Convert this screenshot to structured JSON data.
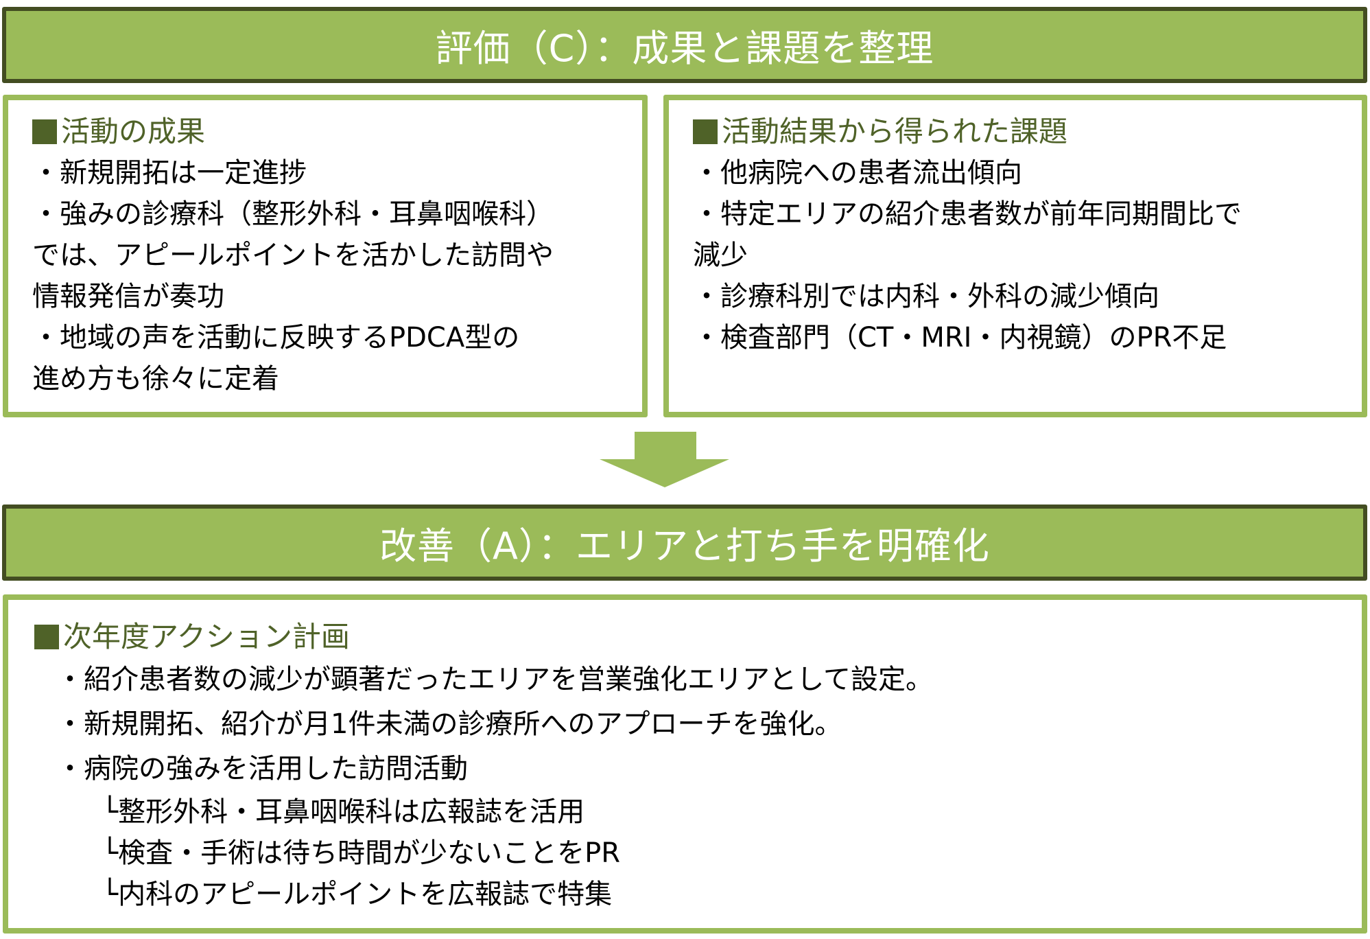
{
  "evaluation": {
    "title": "評価（C）：成果と課題を整理",
    "results": {
      "heading": "活動の成果",
      "lines": [
        "・新規開拓は一定進捗",
        "・強みの診療科（整形外科・耳鼻咽喉科）",
        "では、アピールポイントを活かした訪問や",
        "情報発信が奏功",
        "・地域の声を活動に反映するPDCA型の",
        "進め方も徐々に定着"
      ]
    },
    "issues": {
      "heading": "活動結果から得られた課題",
      "lines": [
        "・他病院への患者流出傾向",
        "・特定エリアの紹介患者数が前年同期間比で",
        "減少",
        "・診療科別では内科・外科の減少傾向",
        "・検査部門（CT・MRI・内視鏡）のPR不足"
      ]
    }
  },
  "improvement": {
    "title": "改善（A）：エリアと打ち手を明確化",
    "plan": {
      "heading": "次年度アクション計画",
      "items": [
        "・紹介患者数の減少が顕著だったエリアを営業強化エリアとして設定。",
        "・新規開拓、紹介が月1件未満の診療所へのアプローチを強化。",
        "・病院の強みを活用した訪問活動"
      ],
      "subitems": [
        "└整形外科・耳鼻咽喉科は広報誌を活用",
        "└検査・手術は待ち時間が少ないことをPR",
        "└内科のアピールポイントを広報誌で特集"
      ]
    }
  },
  "colors": {
    "fill": "#9bbb59",
    "border_dark": "#434d22",
    "heading": "#4f6228"
  }
}
